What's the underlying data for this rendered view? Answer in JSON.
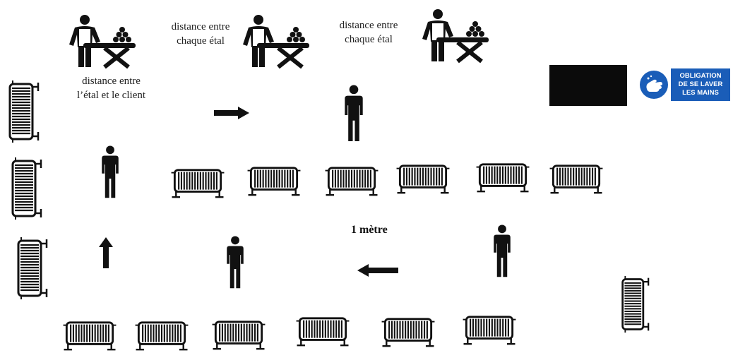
{
  "labels": {
    "stall_client_distance": "distance entre l’étal et le client",
    "stall_distance_1": "distance entre chaque étal",
    "stall_distance_2": "distance entre chaque étal",
    "one_metre": "1 mètre"
  },
  "handwash_sign": {
    "line1": "OBLIGATION",
    "line2": "DE SE LAVER",
    "line3": "LES MAINS"
  },
  "colors": {
    "icon": "#111111",
    "sign_blue": "#1a5db8",
    "black_panel": "#0b0b0b"
  },
  "icons": [
    "vendor-stall-icon",
    "person-icon",
    "barrier-icon",
    "arrow-icon",
    "handwash-icon"
  ]
}
